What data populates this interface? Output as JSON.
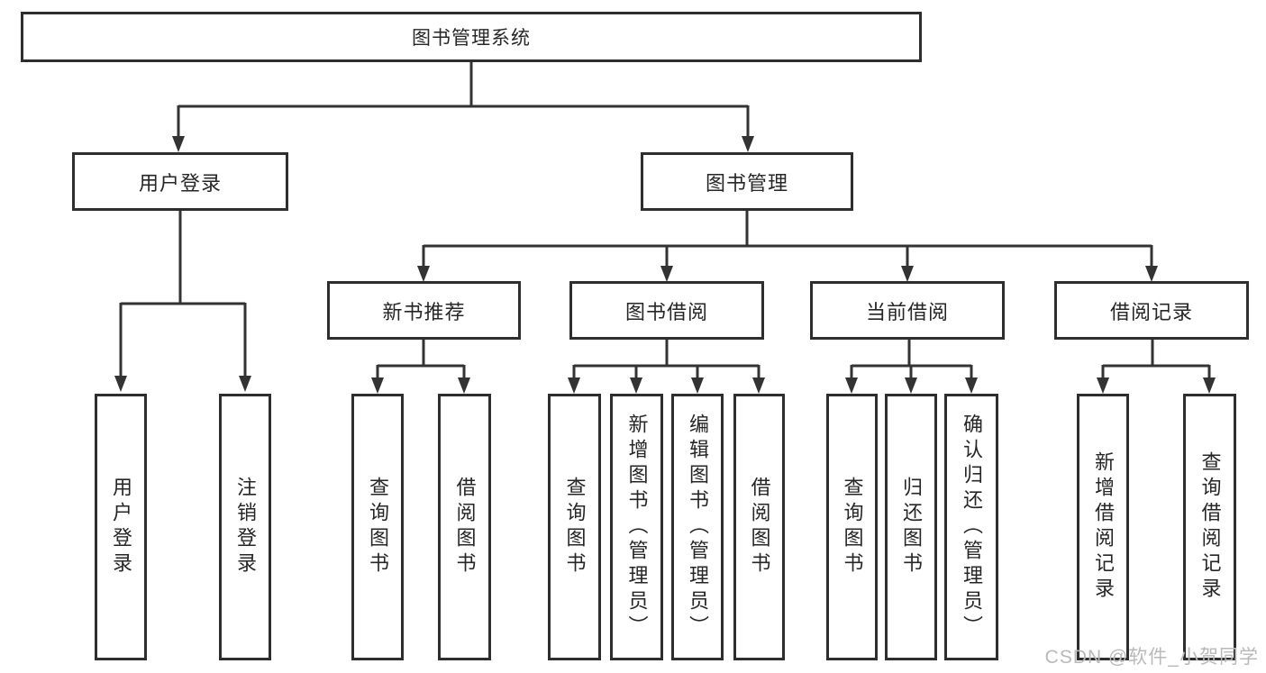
{
  "diagram": {
    "kind": "hierarchy-chart",
    "colors": {
      "background": "#ffffff",
      "box_border": "#2e2e2e",
      "connector_line": "#333333",
      "text": "#262626",
      "watermark_text": "#b9b9b9"
    },
    "tree": {
      "root": "图书管理系统",
      "branches": [
        {
          "label": "用户登录",
          "leaves": [
            "用户登录",
            "注销登录"
          ]
        },
        {
          "label": "图书管理",
          "groups": [
            {
              "label": "新书推荐",
              "leaves": [
                "查询图书",
                "借阅图书"
              ]
            },
            {
              "label": "图书借阅",
              "leaves": [
                "查询图书",
                "新增图书（管理员）",
                "编辑图书（管理员）",
                "借阅图书"
              ]
            },
            {
              "label": "当前借阅",
              "leaves": [
                "查询图书",
                "归还图书",
                "确认归还（管理员）"
              ]
            },
            {
              "label": "借阅记录",
              "leaves": [
                "新增借阅记录",
                "查询借阅记录"
              ]
            }
          ]
        }
      ]
    },
    "watermark": {
      "text": "CSDN @软件_小贺同学"
    }
  }
}
